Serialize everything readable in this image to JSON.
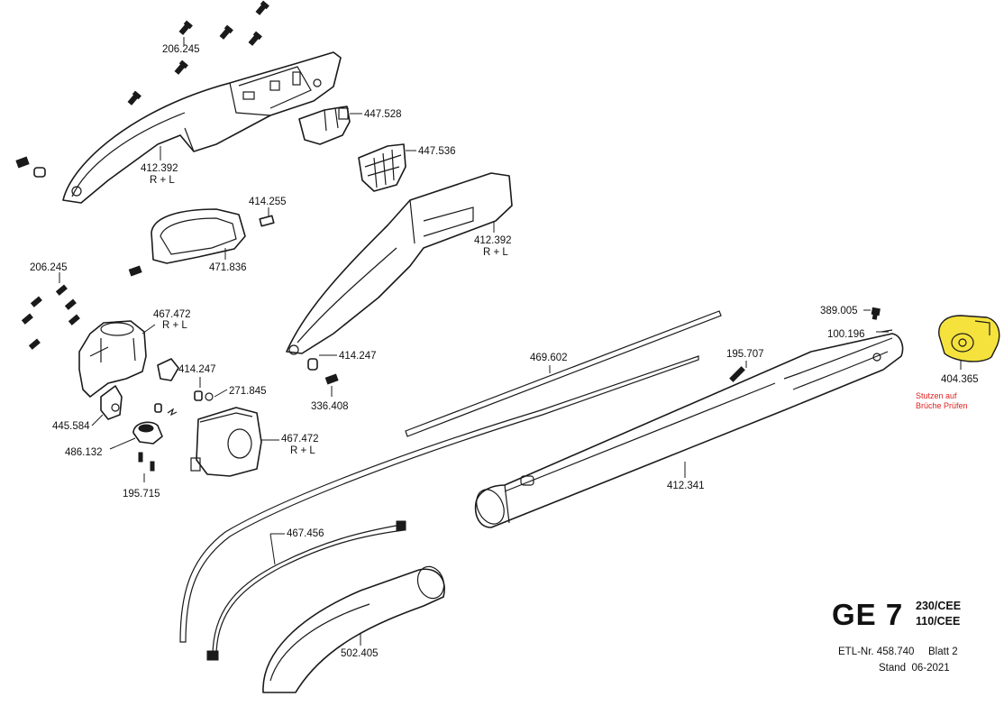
{
  "model": "GE 7",
  "variants": [
    "230/CEE",
    "110/CEE"
  ],
  "etl": "ETL-Nr. 458.740",
  "sheet": "Blatt 2",
  "stand": "Stand  06-2021",
  "note_lines": [
    "Stutzen auf",
    "Brüche Prüfen"
  ],
  "colors": {
    "highlight": "#f5e23c",
    "note": "#e02020",
    "line": "#1a1a1a"
  },
  "labels": {
    "p206245a": "206.245",
    "p412392a": "412.392",
    "p412392a_sub": "R + L",
    "p447528": "447.528",
    "p447536": "447.536",
    "p414255": "414.255",
    "p471836": "471.836",
    "p412392b": "412.392",
    "p412392b_sub": "R + L",
    "p206245b": "206.245",
    "p467472a": "467.472",
    "p467472a_sub": "R + L",
    "p414247a": "414.247",
    "p271845": "271.845",
    "p445584": "445.584",
    "p486132": "486.132",
    "p195715": "195.715",
    "p467472b": "467.472",
    "p467472b_sub": "R + L",
    "p414247b": "414.247",
    "p336408": "336.408",
    "p469602": "469.602",
    "p389005": "389.005",
    "p100196": "100.196",
    "p195707": "195.707",
    "p404365": "404.365",
    "p412341": "412.341",
    "p467456": "467.456",
    "p502405": "502.405"
  }
}
